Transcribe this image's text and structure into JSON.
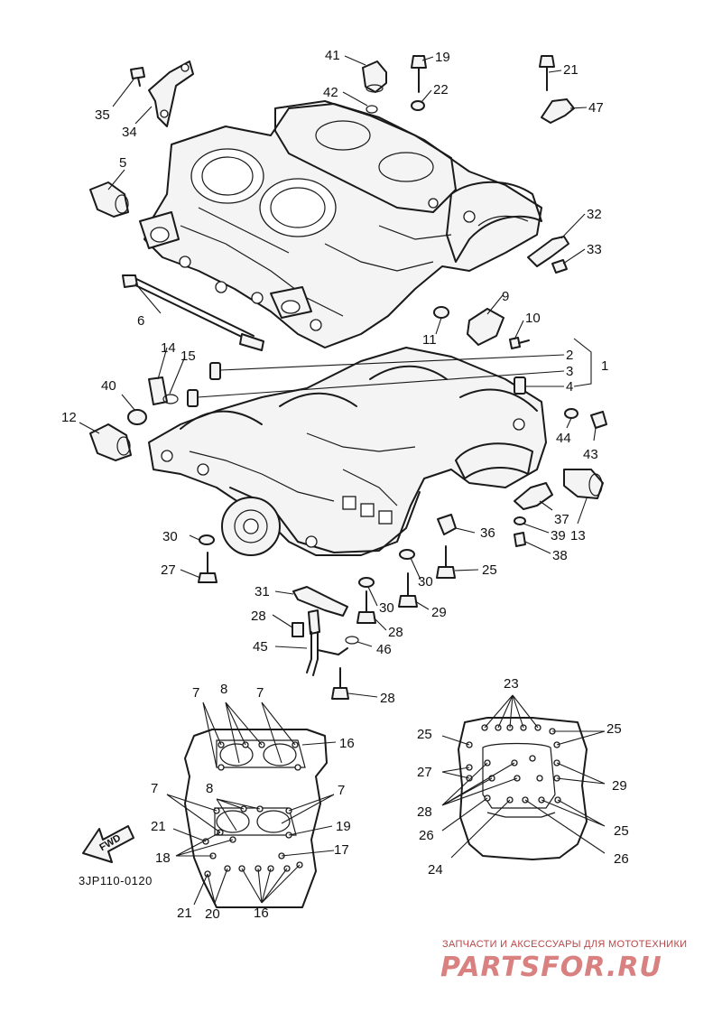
{
  "diagram_code": "3JP110-0120",
  "fwd_label": "FWD",
  "colors": {
    "line": "#1a1a1a",
    "watermark": "#d98080"
  },
  "watermark": {
    "caption": "ЗАПЧАСТИ И АКСЕССУАРЫ ДЛЯ МОТОТЕХНИКИ",
    "logo": "PARTSFOR.RU"
  },
  "callouts": [
    "41",
    "19",
    "21",
    "42",
    "22",
    "47",
    "35",
    "34",
    "5",
    "32",
    "33",
    "6",
    "9",
    "10",
    "11",
    "14",
    "15",
    "2",
    "3",
    "1",
    "4",
    "40",
    "12",
    "44",
    "43",
    "37",
    "13",
    "30",
    "36",
    "39",
    "38",
    "27",
    "25",
    "30",
    "31",
    "30",
    "29",
    "28",
    "28",
    "45",
    "46",
    "28",
    "7",
    "8",
    "7",
    "16",
    "7",
    "8",
    "7",
    "21",
    "19",
    "18",
    "17",
    "3JP110-0120",
    "21",
    "20",
    "16",
    "23",
    "25",
    "25",
    "27",
    "29",
    "28",
    "26",
    "25",
    "24",
    "26"
  ],
  "labels": {
    "l41": "41",
    "l19a": "19",
    "l21a": "21",
    "l42": "42",
    "l22": "22",
    "l47": "47",
    "l35": "35",
    "l34": "34",
    "l5": "5",
    "l32": "32",
    "l33": "33",
    "l6": "6",
    "l9": "9",
    "l10": "10",
    "l11": "11",
    "l14": "14",
    "l15": "15",
    "l2": "2",
    "l3": "3",
    "l1": "1",
    "l4": "4",
    "l40": "40",
    "l12": "12",
    "l44": "44",
    "l43": "43",
    "l37": "37",
    "l13": "13",
    "l30a": "30",
    "l36": "36",
    "l39": "39",
    "l38": "38",
    "l27a": "27",
    "l25a": "25",
    "l30b": "30",
    "l31": "31",
    "l30c": "30",
    "l29a": "29",
    "l28a": "28",
    "l28b": "28",
    "l45": "45",
    "l46": "46",
    "l28c": "28",
    "d7a": "7",
    "d8a": "8",
    "d7b": "7",
    "d16a": "16",
    "d7c": "7",
    "d8b": "8",
    "d7d": "7",
    "d21a": "21",
    "d19": "19",
    "d18": "18",
    "d17": "17",
    "d21b": "21",
    "d20": "20",
    "d16b": "16",
    "d23": "23",
    "d25a": "25",
    "d25b": "25",
    "d27": "27",
    "d29": "29",
    "d28": "28",
    "d26a": "26",
    "d25c": "25",
    "d24": "24",
    "d26b": "26"
  }
}
